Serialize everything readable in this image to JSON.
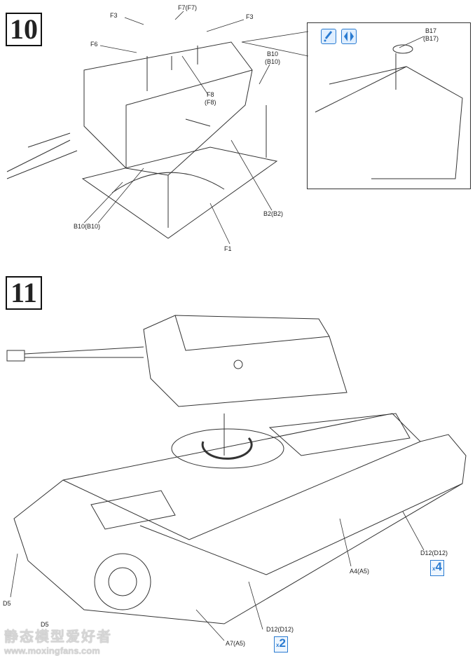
{
  "steps": {
    "step10": {
      "number": "10",
      "labels": {
        "f3_left": "F3",
        "f7": "F7(F7)",
        "f3_right": "F3",
        "f6": "F6",
        "b10_right": "B10\n(B10)",
        "f8": "F8\n(F8)",
        "b10_left": "B10(B10)",
        "b2": "B2(B2)",
        "f1": "F1"
      },
      "inset": {
        "labels": {
          "b17": "B17\n(B17)"
        },
        "icons": [
          "glue-icon",
          "rotate-view-icon"
        ]
      }
    },
    "step11": {
      "number": "11",
      "labels": {
        "d5_upper": "D5",
        "d5_lower": "D5",
        "a7": "A7(A5)",
        "d12_front": "D12(D12)",
        "a4": "A4(A5)",
        "d12_rear": "D12(D12)"
      },
      "quantities": {
        "front": "2",
        "rear": "4",
        "prefix": "x"
      }
    }
  },
  "watermark": {
    "title": "静态模型爱好者",
    "url": "www.moxingfans.com"
  },
  "colors": {
    "accent": "#2a7bd1"
  }
}
